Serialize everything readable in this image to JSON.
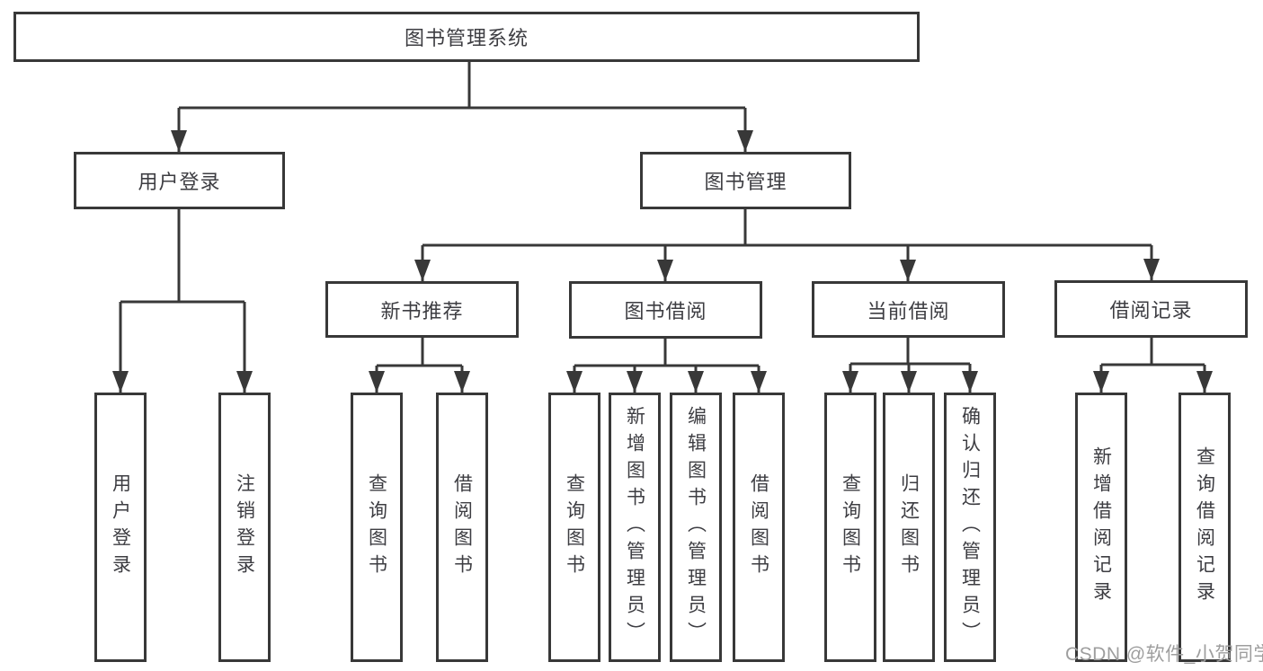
{
  "diagram": {
    "nodes": {
      "root": "图书管理系统",
      "user_login": "用户登录",
      "book_mgmt": "图书管理",
      "new_book_rec": "新书推荐",
      "book_borrow": "图书借阅",
      "current_borrow": "当前借阅",
      "borrow_records": "借阅记录"
    },
    "leaves": {
      "user_login": [
        "用户登录",
        "注销登录"
      ],
      "new_book_rec": [
        "查询图书",
        "借阅图书"
      ],
      "book_borrow": [
        "查询图书",
        "新增图书（管理员）",
        "编辑图书（管理员）",
        "借阅图书"
      ],
      "current_borrow": [
        "查询图书",
        "归还图书",
        "确认归还（管理员）"
      ],
      "borrow_records": [
        "新增借阅记录",
        "查询借阅记录"
      ]
    },
    "watermark": "CSDN @软件_小贺同学",
    "colors": {
      "line": "#383838",
      "box_border": "#383838",
      "text": "#3d3d42",
      "watermark": "#9e9e9e",
      "background": "#ffffff"
    }
  }
}
